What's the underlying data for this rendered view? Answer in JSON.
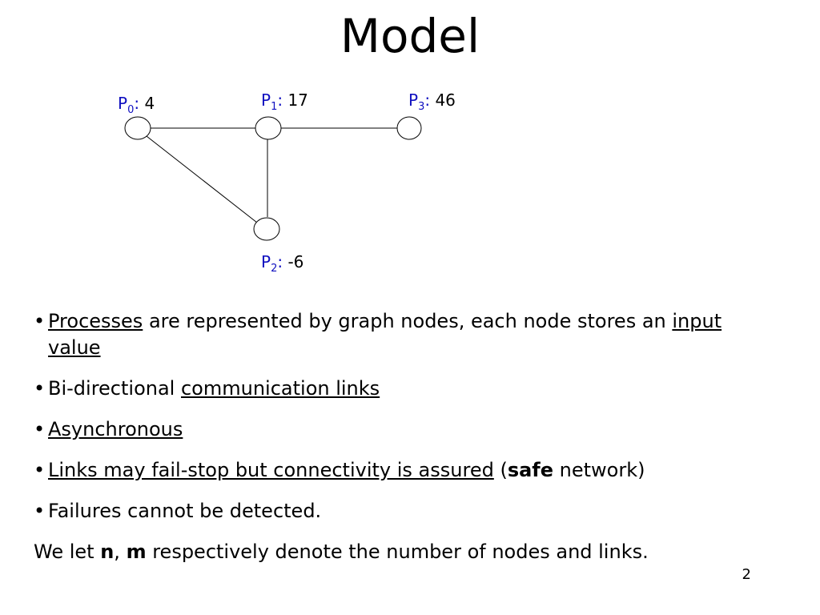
{
  "slide": {
    "title": "Model",
    "page_number": "2"
  },
  "graph": {
    "nodes": [
      {
        "p": "P",
        "sub": "0",
        "colon": ":",
        "value": "4"
      },
      {
        "p": "P",
        "sub": "1",
        "colon": ":",
        "value": "17"
      },
      {
        "p": "P",
        "sub": "3",
        "colon": ":",
        "value": "46"
      },
      {
        "p": "P",
        "sub": "2",
        "colon": ":",
        "value": "-6"
      }
    ],
    "edges": [
      [
        "P0",
        "P1"
      ],
      [
        "P1",
        "P3"
      ],
      [
        "P0",
        "P2"
      ],
      [
        "P1",
        "P2"
      ]
    ],
    "label_color": "#1010c0"
  },
  "bullets": {
    "b1": {
      "u1": "Processes",
      "t1": " are represented by graph nodes, each node stores an ",
      "u2": "input value"
    },
    "b2": {
      "t1": "Bi-directional ",
      "u1": "communication links"
    },
    "b3": {
      "u1": "Asynchronous"
    },
    "b4": {
      "u1": "Links may fail-stop but connectivity is assured",
      "t1": " (",
      "b1": "safe",
      "t2": " network)"
    },
    "b5": {
      "t1": "Failures cannot be detected."
    },
    "bullet_char": "•"
  },
  "footer": {
    "t1": "We let ",
    "b1": "n",
    "t2": ", ",
    "b2": "m",
    "t3": " respectively denote the number of nodes and links."
  }
}
